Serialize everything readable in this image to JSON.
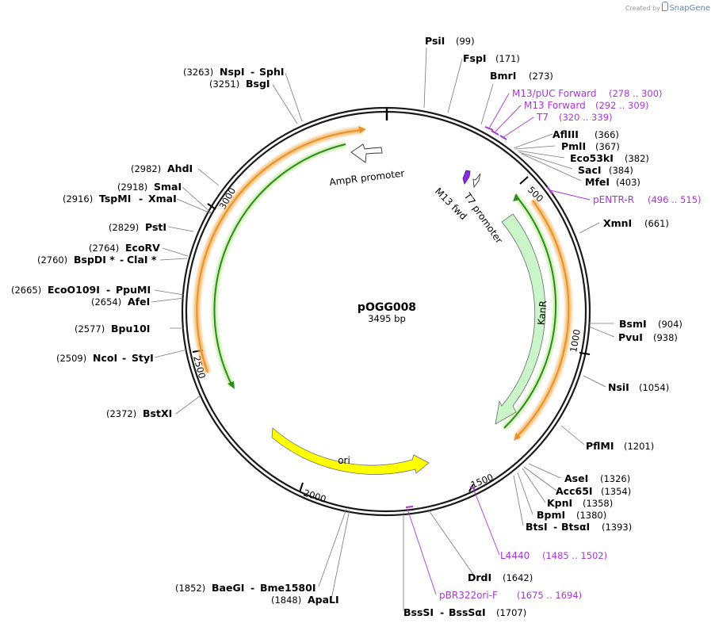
{
  "credit": {
    "prefix": "Created by",
    "brand": "SnapGene"
  },
  "plasmid": {
    "name": "pOGG008",
    "length": "3495 bp"
  },
  "sites": [
    {
      "name": "PsiI",
      "pos": "(99)"
    },
    {
      "name": "FspI",
      "pos": "(171)"
    },
    {
      "name": "BmrI",
      "pos": "(273)"
    },
    {
      "name": "AflIII",
      "pos": "(366)"
    },
    {
      "name": "PmlI",
      "pos": "(367)"
    },
    {
      "name": "Eco53kI",
      "pos": "(382)"
    },
    {
      "name": "SacI",
      "pos": "(384)"
    },
    {
      "name": "MfeI",
      "pos": "(403)"
    },
    {
      "name": "XmnI",
      "pos": "(661)"
    },
    {
      "name": "BsmI",
      "pos": "(904)"
    },
    {
      "name": "PvuI",
      "pos": "(938)"
    },
    {
      "name": "NsiI",
      "pos": "(1054)"
    },
    {
      "name": "PflMI",
      "pos": "(1201)"
    },
    {
      "name": "AseI",
      "pos": "(1326)"
    },
    {
      "name": "Acc65I",
      "pos": "(1354)"
    },
    {
      "name": "KpnI",
      "pos": "(1358)"
    },
    {
      "name": "BpmI",
      "pos": "(1380)"
    },
    {
      "name": "BtsI",
      "name2": "BtsαI",
      "pos": "(1393)"
    },
    {
      "name": "DrdI",
      "pos": "(1642)"
    },
    {
      "name": "BssSI",
      "name2": "BssSαI",
      "pos": "(1707)"
    },
    {
      "name": "ApaLI",
      "pos": "(1848)"
    },
    {
      "name": "BaeGI",
      "name2": "Bme1580I",
      "pos": "(1852)"
    },
    {
      "name": "BstXI",
      "pos": "(2372)"
    },
    {
      "name": "NcoI",
      "name2": "StyI",
      "pos": "(2509)"
    },
    {
      "name": "Bpu10I",
      "pos": "(2577)"
    },
    {
      "name": "AfeI",
      "pos": "(2654)"
    },
    {
      "name": "EcoO109I",
      "name2": "PpuMI",
      "pos": "(2665)"
    },
    {
      "name": "BspDI *",
      "name2": "ClaI *",
      "pos": "(2760)"
    },
    {
      "name": "EcoRV",
      "pos": "(2764)"
    },
    {
      "name": "PstI",
      "pos": "(2829)"
    },
    {
      "name": "TspMI",
      "name2": "XmaI",
      "pos": "(2916)"
    },
    {
      "name": "SmaI",
      "pos": "(2918)"
    },
    {
      "name": "AhdI",
      "pos": "(2982)"
    },
    {
      "name": "BsgI",
      "pos": "(3251)"
    },
    {
      "name": "NspI",
      "name2": "SphI",
      "pos": "(3263)"
    }
  ],
  "primers": [
    {
      "name": "M13/pUC Forward",
      "range": "(278 .. 300)"
    },
    {
      "name": "M13 Forward",
      "range": "(292 .. 309)"
    },
    {
      "name": "T7",
      "range": "(320 .. 339)"
    },
    {
      "name": "pENTR-R",
      "range": "(496 .. 515)"
    },
    {
      "name": "L4440",
      "range": "(1485 .. 1502)"
    },
    {
      "name": "pBR322ori-F",
      "range": "(1675 .. 1694)"
    }
  ],
  "features": {
    "ampr_promoter": "AmpR promoter",
    "t7_promoter": "T7 promoter",
    "m13_fwd": "M13 fwd",
    "kanr": "KanR",
    "ori": "ori"
  },
  "ticks": [
    "500",
    "1000",
    "1500",
    "2000",
    "2500",
    "3000"
  ],
  "colors": {
    "backbone": "#1a1a1a",
    "restriction_site": "#000000",
    "primer": "#a637d6",
    "orf_orange": "#e8922b",
    "orf_green": "#2e8b1e",
    "kanr_fill": "#c9f5c9",
    "ori_fill": "#ffff00",
    "promoter_fill": "#ffffff",
    "m13_fill": "#8a2be2"
  }
}
